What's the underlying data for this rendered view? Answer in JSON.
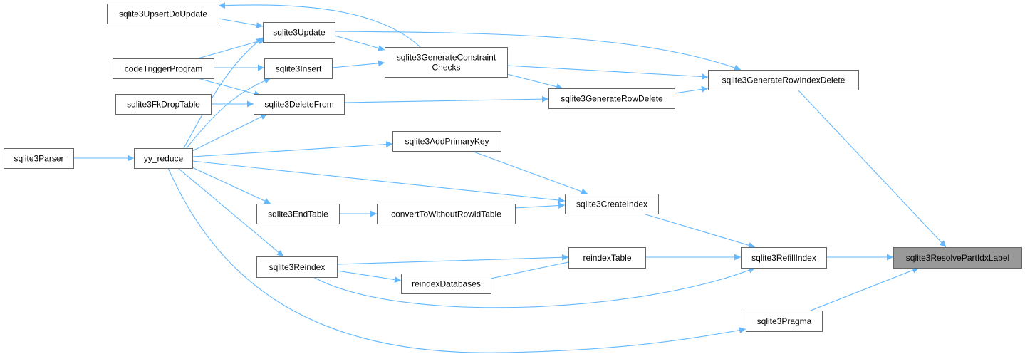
{
  "graph": {
    "edge_color": "#63b8ff",
    "highlight_fill": "#999999",
    "nodes": [
      {
        "id": "target",
        "label": "sqlite3ResolvePartIdxLabel",
        "highlight": true
      },
      {
        "id": "refill",
        "label": "sqlite3RefillIndex"
      },
      {
        "id": "pragma",
        "label": "sqlite3Pragma"
      },
      {
        "id": "rowidxdel",
        "label": "sqlite3GenerateRowIndexDelete"
      },
      {
        "id": "createidx",
        "label": "sqlite3CreateIndex"
      },
      {
        "id": "reindextable",
        "label": "reindexTable"
      },
      {
        "id": "reindex",
        "label": "sqlite3Reindex"
      },
      {
        "id": "reindexdbs",
        "label": "reindexDatabases"
      },
      {
        "id": "rowdel",
        "label": "sqlite3GenerateRowDelete"
      },
      {
        "id": "constraint",
        "label": "sqlite3GenerateConstraint",
        "label2": "Checks"
      },
      {
        "id": "update",
        "label": "sqlite3Update"
      },
      {
        "id": "insert",
        "label": "sqlite3Insert"
      },
      {
        "id": "deletefrom",
        "label": "sqlite3DeleteFrom"
      },
      {
        "id": "upsert",
        "label": "sqlite3UpsertDoUpdate"
      },
      {
        "id": "codetrigger",
        "label": "codeTriggerProgram"
      },
      {
        "id": "fkdrop",
        "label": "sqlite3FkDropTable"
      },
      {
        "id": "yyreduce",
        "label": "yy_reduce"
      },
      {
        "id": "parser",
        "label": "sqlite3Parser"
      },
      {
        "id": "addpk",
        "label": "sqlite3AddPrimaryKey"
      },
      {
        "id": "endtable",
        "label": "sqlite3EndTable"
      },
      {
        "id": "convert",
        "label": "convertToWithoutRowidTable"
      }
    ],
    "edges": [
      {
        "from": "refill",
        "to": "target"
      },
      {
        "from": "pragma",
        "to": "target"
      },
      {
        "from": "rowidxdel",
        "to": "target"
      },
      {
        "from": "createidx",
        "to": "refill"
      },
      {
        "from": "reindextable",
        "to": "refill"
      },
      {
        "from": "reindex",
        "to": "refill"
      },
      {
        "from": "rowdel",
        "to": "rowidxdel"
      },
      {
        "from": "constraint",
        "to": "rowidxdel"
      },
      {
        "from": "update",
        "to": "rowidxdel"
      },
      {
        "from": "deletefrom",
        "to": "rowdel"
      },
      {
        "from": "constraint",
        "to": "rowdel"
      },
      {
        "from": "update",
        "to": "constraint"
      },
      {
        "from": "insert",
        "to": "constraint"
      },
      {
        "from": "constraint",
        "to": "upsert"
      },
      {
        "from": "upsert",
        "to": "update"
      },
      {
        "from": "codetrigger",
        "to": "update"
      },
      {
        "from": "yyreduce",
        "to": "update"
      },
      {
        "from": "codetrigger",
        "to": "insert"
      },
      {
        "from": "yyreduce",
        "to": "insert"
      },
      {
        "from": "codetrigger",
        "to": "deletefrom"
      },
      {
        "from": "fkdrop",
        "to": "deletefrom"
      },
      {
        "from": "yyreduce",
        "to": "deletefrom"
      },
      {
        "from": "parser",
        "to": "yyreduce"
      },
      {
        "from": "yyreduce",
        "to": "addpk"
      },
      {
        "from": "addpk",
        "to": "createidx"
      },
      {
        "from": "yyreduce",
        "to": "createidx"
      },
      {
        "from": "convert",
        "to": "createidx"
      },
      {
        "from": "endtable",
        "to": "convert"
      },
      {
        "from": "yyreduce",
        "to": "endtable"
      },
      {
        "from": "yyreduce",
        "to": "reindex"
      },
      {
        "from": "yyreduce",
        "to": "pragma"
      },
      {
        "from": "reindex",
        "to": "reindextable"
      },
      {
        "from": "reindexdbs",
        "to": "reindextable"
      },
      {
        "from": "reindex",
        "to": "reindexdbs"
      }
    ]
  }
}
